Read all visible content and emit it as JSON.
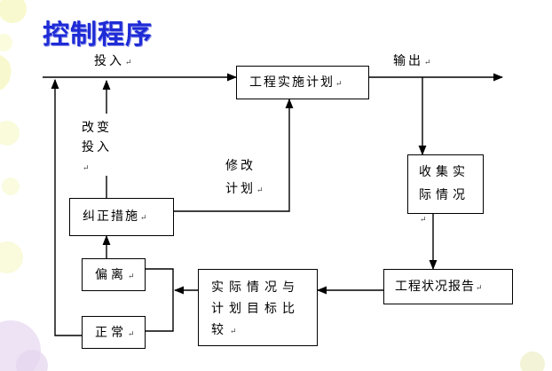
{
  "title": "控制程序",
  "nodes": {
    "plan": "工程实施计划",
    "collect": "收集实际情况",
    "report": "工程状况报告",
    "compare": "实际情况与计划目标比较",
    "correct": "纠正措施",
    "deviation": "偏离",
    "normal": "正常"
  },
  "labels": {
    "input": "投入",
    "output": "输出",
    "change_input": "改变投入",
    "modify_plan": "修改计划"
  },
  "colors": {
    "title": "#1e2bd6",
    "line": "#000000"
  }
}
